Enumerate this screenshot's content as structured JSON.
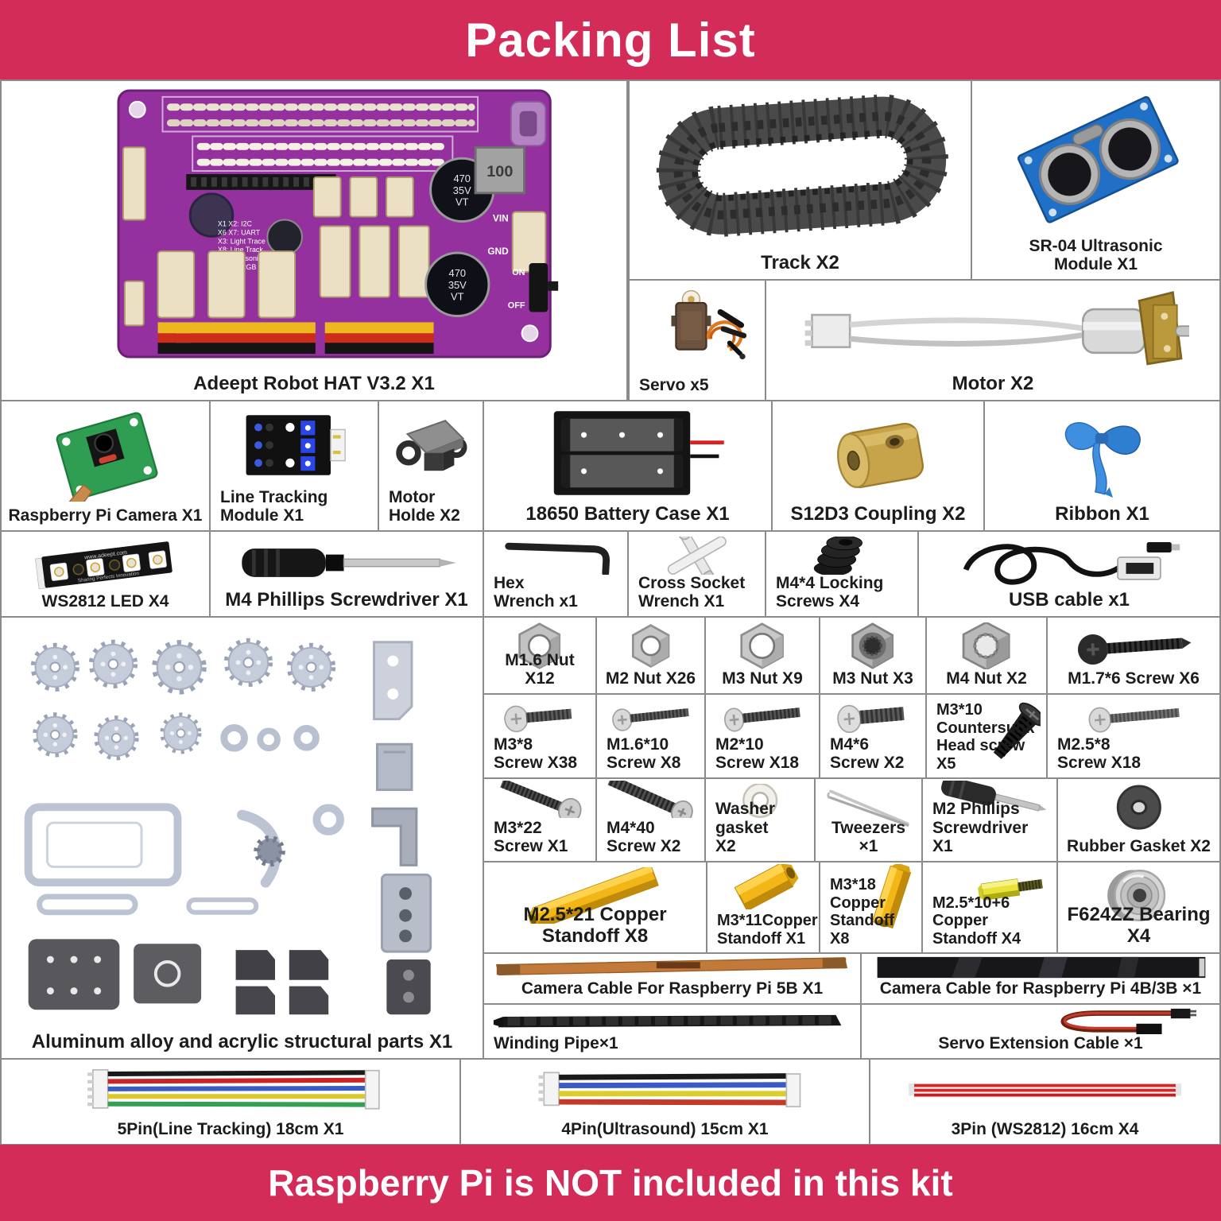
{
  "header": {
    "title": "Packing List"
  },
  "footer": {
    "note": "Raspberry Pi is NOT included in this kit"
  },
  "colors": {
    "banner": "#d42c59",
    "cell_border": "#8b8b8b",
    "label_text": "#1c1c1c",
    "pcb_purple": "#94319f",
    "sensor_blue": "#2170c8",
    "camera_green": "#2f9e52",
    "standoff_gold": "#f2b616",
    "wire_red": "#d42828"
  },
  "board": {
    "cap1": "470",
    "cap2": "35V",
    "cap3": "VT",
    "inductor": "100",
    "vin": "VIN",
    "gnd": "GND",
    "on": "ON",
    "off": "OFF",
    "silk1": "X1 X2: I2C",
    "silk2": "X6 X7: UART",
    "silk3": "X3: Light Trace",
    "silk4": "X8: Line Track",
    "silk5": "X9: Ultrasonic",
    "silk6": "X4 X5: RGB LED"
  },
  "ws2812_texts": {
    "url": "www.adeept.com",
    "slogan": "Sharing Perfects Innovation"
  },
  "items": {
    "robot_hat": {
      "label": "Adeept Robot HAT V3.2 X1"
    },
    "track": {
      "label": "Track  X2"
    },
    "ultrasonic": {
      "label": "SR-04 Ultrasonic\nModule X1"
    },
    "servo": {
      "label": "Servo x5"
    },
    "motor": {
      "label": "Motor X2"
    },
    "camera": {
      "label": "Raspberry Pi Camera X1"
    },
    "line_tracking": {
      "label": "Line Tracking\nModule X1"
    },
    "motor_holder": {
      "label": "Motor\nHolde  X2"
    },
    "battery": {
      "label": "18650 Battery Case X1"
    },
    "coupling": {
      "label": "S12D3 Coupling X2"
    },
    "ribbon": {
      "label": "Ribbon X1"
    },
    "ws2812": {
      "label": "WS2812 LED  X4"
    },
    "m4_screwdriver": {
      "label": "M4 Phillips Screwdriver X1"
    },
    "hex_wrench": {
      "label": "Hex\nWrench  x1"
    },
    "cross_wrench": {
      "label": "Cross Socket\nWrench X1"
    },
    "locking_screws": {
      "label": "M4*4 Locking\nScrews X4"
    },
    "usb_cable": {
      "label": "USB cable x1"
    },
    "aluminum": {
      "label": "Aluminum alloy and acrylic structural parts X1"
    },
    "m16_nut": {
      "label": "M1.6 Nut X12"
    },
    "m2_nut": {
      "label": "M2 Nut  X26"
    },
    "m3_nut9": {
      "label": "M3 Nut  X9"
    },
    "m3_nut3": {
      "label": "M3 Nut X3"
    },
    "m4_nut": {
      "label": "M4 Nut X2"
    },
    "m17_screw": {
      "label": "M1.7*6 Screw X6"
    },
    "m3x8": {
      "label": "M3*8\nScrew X38"
    },
    "m16x10": {
      "label": "M1.6*10\nScrew X8"
    },
    "m2x10": {
      "label": "M2*10\nScrew X18"
    },
    "m4x6": {
      "label": "M4*6\nScrew X2"
    },
    "m3x10cs": {
      "label": "M3*10\nCountersunk\nHead screw X5"
    },
    "m25x8": {
      "label": "M2.5*8\nScrew X18"
    },
    "m3x22": {
      "label": "M3*22\nScrew X1"
    },
    "m4x40": {
      "label": "M4*40\nScrew X2"
    },
    "washer": {
      "label": "Washer gasket\nX2"
    },
    "tweezers": {
      "label": "Tweezers ×1"
    },
    "m2_screwdriver": {
      "label": "M2 Phillips\nScrewdriver X1"
    },
    "rubber_gasket": {
      "label": "Rubber Gasket X2"
    },
    "m25x21_standoff": {
      "label": "M2.5*21 Copper Standoff X8"
    },
    "m3x11_standoff": {
      "label": "M3*11Copper\nStandoff X1"
    },
    "m3x18_standoff": {
      "label": "M3*18\nCopper\nStandoff X8"
    },
    "m25x10_standoff": {
      "label": "M2.5*10+6\nCopper\nStandoff X4"
    },
    "bearing": {
      "label": "F624ZZ Bearing X4"
    },
    "cable5b": {
      "label": "Camera Cable For Raspberry Pi 5B X1"
    },
    "cable4b": {
      "label": "Camera Cable for Raspberry Pi 4B/3B ×1"
    },
    "winding": {
      "label": "Winding Pipe×1"
    },
    "servo_ext": {
      "label": "Servo Extension Cable ×1"
    },
    "pin5": {
      "label": "5Pin(Line Tracking) 18cm X1"
    },
    "pin4": {
      "label": "4Pin(Ultrasound) 15cm X1"
    },
    "pin3": {
      "label": "3Pin (WS2812) 16cm X4"
    }
  }
}
